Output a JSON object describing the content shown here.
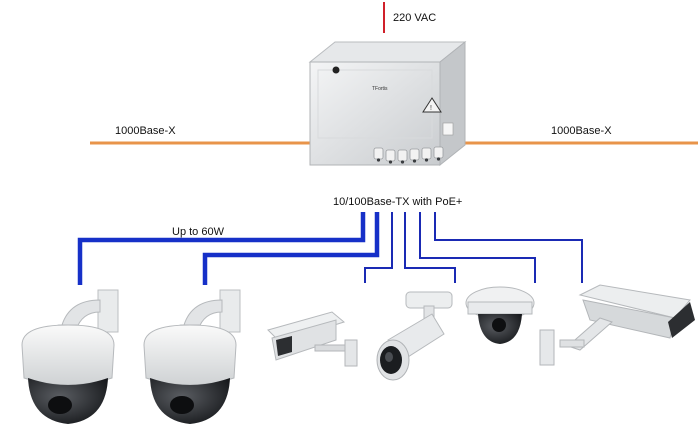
{
  "labels": {
    "power": "220 VAC",
    "uplink_left": "1000Base-X",
    "uplink_right": "1000Base-X",
    "ports": "10/100Base-TX with PoE+",
    "poe_budget": "Up to 60W",
    "device_brand": "TFortis"
  },
  "colors": {
    "power_line": "#d0202a",
    "fiber_line": "#e8944a",
    "poe_high": "#1630c8",
    "poe_std": "#1a2ab4"
  },
  "devices": [
    {
      "type": "ptz-dome-camera"
    },
    {
      "type": "ptz-dome-camera"
    },
    {
      "type": "box-camera-housing"
    },
    {
      "type": "bullet-camera"
    },
    {
      "type": "fixed-dome-camera"
    },
    {
      "type": "outdoor-housing-camera"
    }
  ]
}
